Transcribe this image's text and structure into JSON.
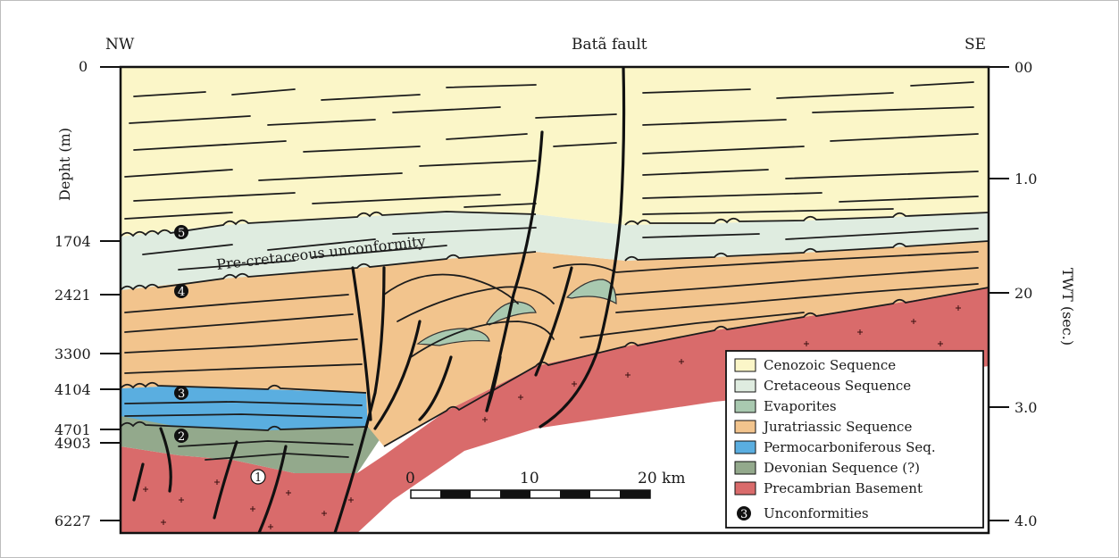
{
  "orientation": {
    "left": "NW",
    "center": "Batã fault",
    "right": "SE"
  },
  "left_axis": {
    "title": "Depht (m)",
    "ticks": [
      "0",
      "1704",
      "2421",
      "3300",
      "4104",
      "4701",
      "4903",
      "6227"
    ]
  },
  "right_axis": {
    "title": "TWT (sec.)",
    "ticks": [
      "00",
      "1.0",
      "20",
      "3.0",
      "4.0"
    ]
  },
  "annotations": {
    "pre_cretaceous": "Pre-cretaceous unconformity"
  },
  "unconformity_markers": [
    "5",
    "4",
    "3",
    "2",
    "1"
  ],
  "scale_bar": {
    "labels": [
      "0",
      "10",
      "20 km"
    ]
  },
  "legend": {
    "items": [
      {
        "label": "Cenozoic Sequence",
        "color": "#fbf6c8"
      },
      {
        "label": "Cretaceous Sequence",
        "color": "#dfece0"
      },
      {
        "label": "Evaporites",
        "color": "#a9c9b0"
      },
      {
        "label": "Juratriassic Sequence",
        "color": "#f2c48d"
      },
      {
        "label": "Permocarboniferous Seq.",
        "color": "#5aaee0"
      },
      {
        "label": "Devonian Sequence (?)",
        "color": "#93a98c"
      },
      {
        "label": "Precambrian Basement",
        "color": "#d96b6b"
      }
    ],
    "unconformity": {
      "symbol": "3",
      "label": "Unconformities"
    }
  }
}
